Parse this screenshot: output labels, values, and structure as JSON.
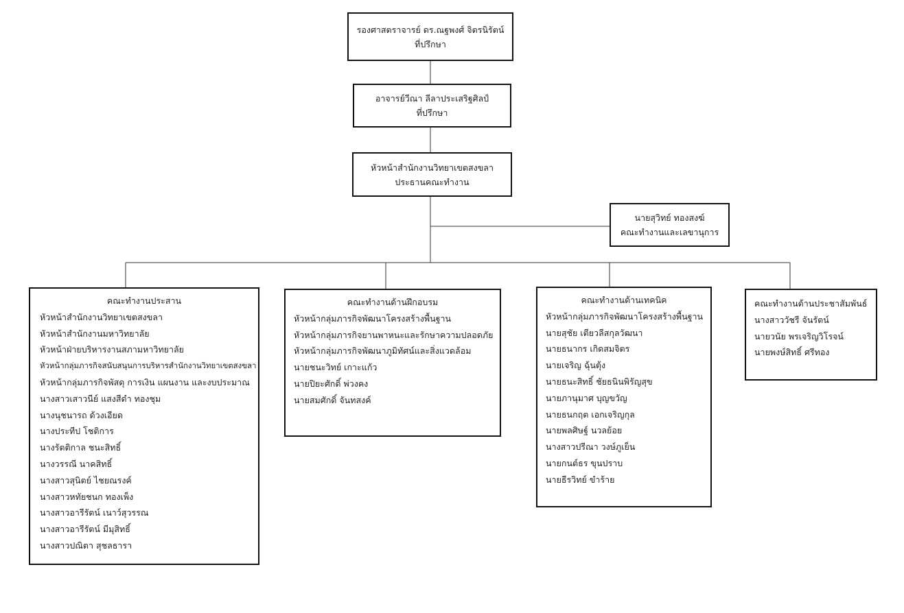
{
  "advisor1": {
    "name": "รองศาสตราจารย์ ดร.ณฐพงศ์ จิตรนิรัตน์",
    "role": "ที่ปรึกษา"
  },
  "advisor2": {
    "name": "อาจารย์วีณา ลีลาประเสริฐศิลป์",
    "role": "ที่ปรึกษา"
  },
  "chair": {
    "name": "หัวหน้าสำนักงานวิทยาเขตสงขลา",
    "role": "ประธานคณะทำงาน"
  },
  "secretary": {
    "name": "นายสุวิทย์ ทองสงฆ์",
    "role": "คณะทำงานและเลขานุการ"
  },
  "teams": [
    {
      "title": "คณะทำงานประสาน",
      "members": [
        "หัวหน้าสำนักงานวิทยาเขตสงขลา",
        "หัวหน้าสำนักงานมหาวิทยาลัย",
        "หัวหน้าฝ่ายบริหารงานสภามหาวิทยาลัย",
        "หัวหน้ากลุ่มภารกิจสนับสนุนการบริหารสำนักงานวิทยาเขตสงขลา",
        "หัวหน้ากลุ่มภารกิจพัสดุ การเงิน แผนงาน และงบประมาณ",
        "นางสาวเสาวนีย์  แสงสีดำ ทองชุม",
        "นางนุชนารถ ด้วงเอียด",
        "นางประทีป โชติการ",
        "นางรัตติกาล  ชนะสิทธิ์",
        "นางวรรณี  นาคสิทธิ์",
        "นางสาวสุนิตย์ ไชยณรงค์",
        "นางสาวหทัยชนก ทองเพ็ง",
        "นางสาวอารีรัตน์ เนาว์สุวรรณ",
        "นางสาวอารีรัตน์ มีมุสิทธิ์",
        "นางสาวปณิตา สุชลธารา"
      ]
    },
    {
      "title": "คณะทำงานด้านฝึกอบรม",
      "members": [
        "หัวหน้ากลุ่มภารกิจพัฒนาโครงสร้างพื้นฐาน",
        "หัวหน้ากลุ่มภารกิจยานพาหนะและรักษาความปลอดภัย",
        "หัวหน้ากลุ่มภารกิจพัฒนาภูมิทัศน์และสิ่งแวดล้อม",
        "นายชนะวิทย์  เกาะแก้ว",
        "นายปิยะศักดิ์ พ่วงคง",
        "นายสมศักดิ์ จันทสงค์"
      ]
    },
    {
      "title": "คณะทำงานด้านเทคนิค",
      "members": [
        "หัวหน้ากลุ่มภารกิจพัฒนาโครงสร้างพื้นฐาน",
        "นายสุชัย  เตียวลีสกุลวัฒนา",
        "นายธนากร เกิดสมจิตร",
        "นายเจริญ  ฉุ้นตุ้ง",
        "นายธนะสิทธิ์  ชัยธนินพิรัญสุข",
        "นายภานุมาศ  บุญขวัญ",
        "นายธนกฤต  เอกเจริญกุล",
        "นายพลศิษฐ์ นวลย้อย",
        "นางสาวปรีณา วงษ์ภูเย็น",
        "นายกนต์ธร ขุนปราบ",
        "นายธีรวิทย์ ขำร้าย"
      ]
    },
    {
      "title": "คณะทำงานด้านประชาสัมพันธ์",
      "members": [
        "นางสาววัชรี จันรัตน์",
        "นายวนัย พรเจริญวิโรจน์",
        "นายพงษ์สิทธิ์ ศรีทอง"
      ]
    }
  ]
}
